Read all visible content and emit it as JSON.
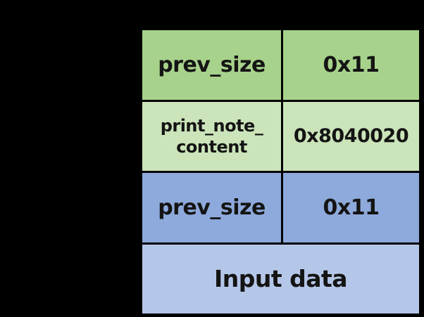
{
  "canvas": {
    "background_color": "#000000"
  },
  "memory_table": {
    "border_color": "#000000",
    "text_color": "#141414",
    "rows": [
      {
        "field": "prev_size",
        "value": "0x11",
        "bg": "#a7d28b"
      },
      {
        "field": "print_note_\ncontent",
        "value": "0x8040020",
        "bg": "#cbe4ba"
      },
      {
        "field": "prev_size",
        "value": "0x11",
        "bg": "#8ea9db"
      },
      {
        "field": "Input data",
        "value": "",
        "bg": "#b5c7e8",
        "full_width": true
      }
    ]
  }
}
